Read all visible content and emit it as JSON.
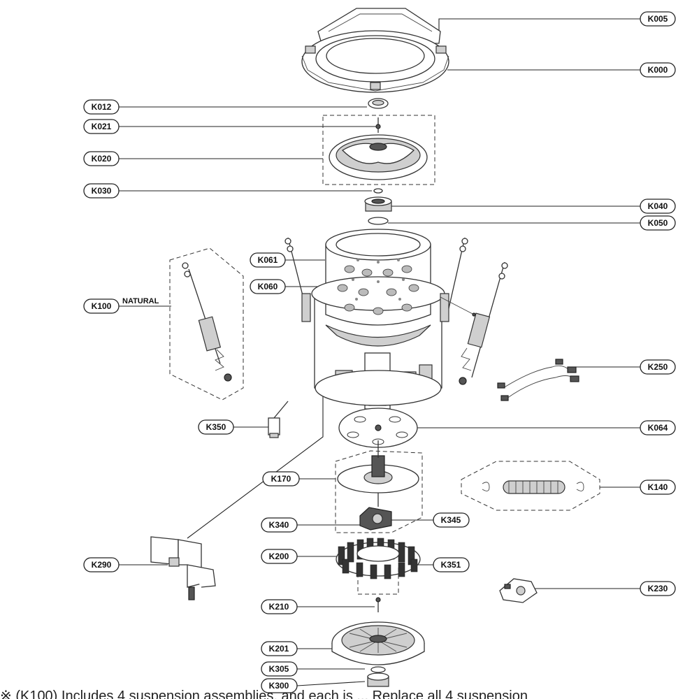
{
  "labels": {
    "K005": "K005",
    "K000": "K000",
    "K012": "K012",
    "K021": "K021",
    "K020": "K020",
    "K030": "K030",
    "K040": "K040",
    "K050": "K050",
    "K061": "K061",
    "K060": "K060",
    "K100": "K100",
    "K250": "K250",
    "K350": "K350",
    "K064": "K064",
    "K170": "K170",
    "K140": "K140",
    "K340": "K340",
    "K345": "K345",
    "K290": "K290",
    "K200": "K200",
    "K351": "K351",
    "K230": "K230",
    "K210": "K210",
    "K201": "K201",
    "K305": "K305",
    "K300": "K300"
  },
  "annotations": {
    "natural": "NATURAL"
  },
  "footnote": "※ (K100) Includes 4 suspension assemblies, and each is ... Replace all 4 suspension"
}
